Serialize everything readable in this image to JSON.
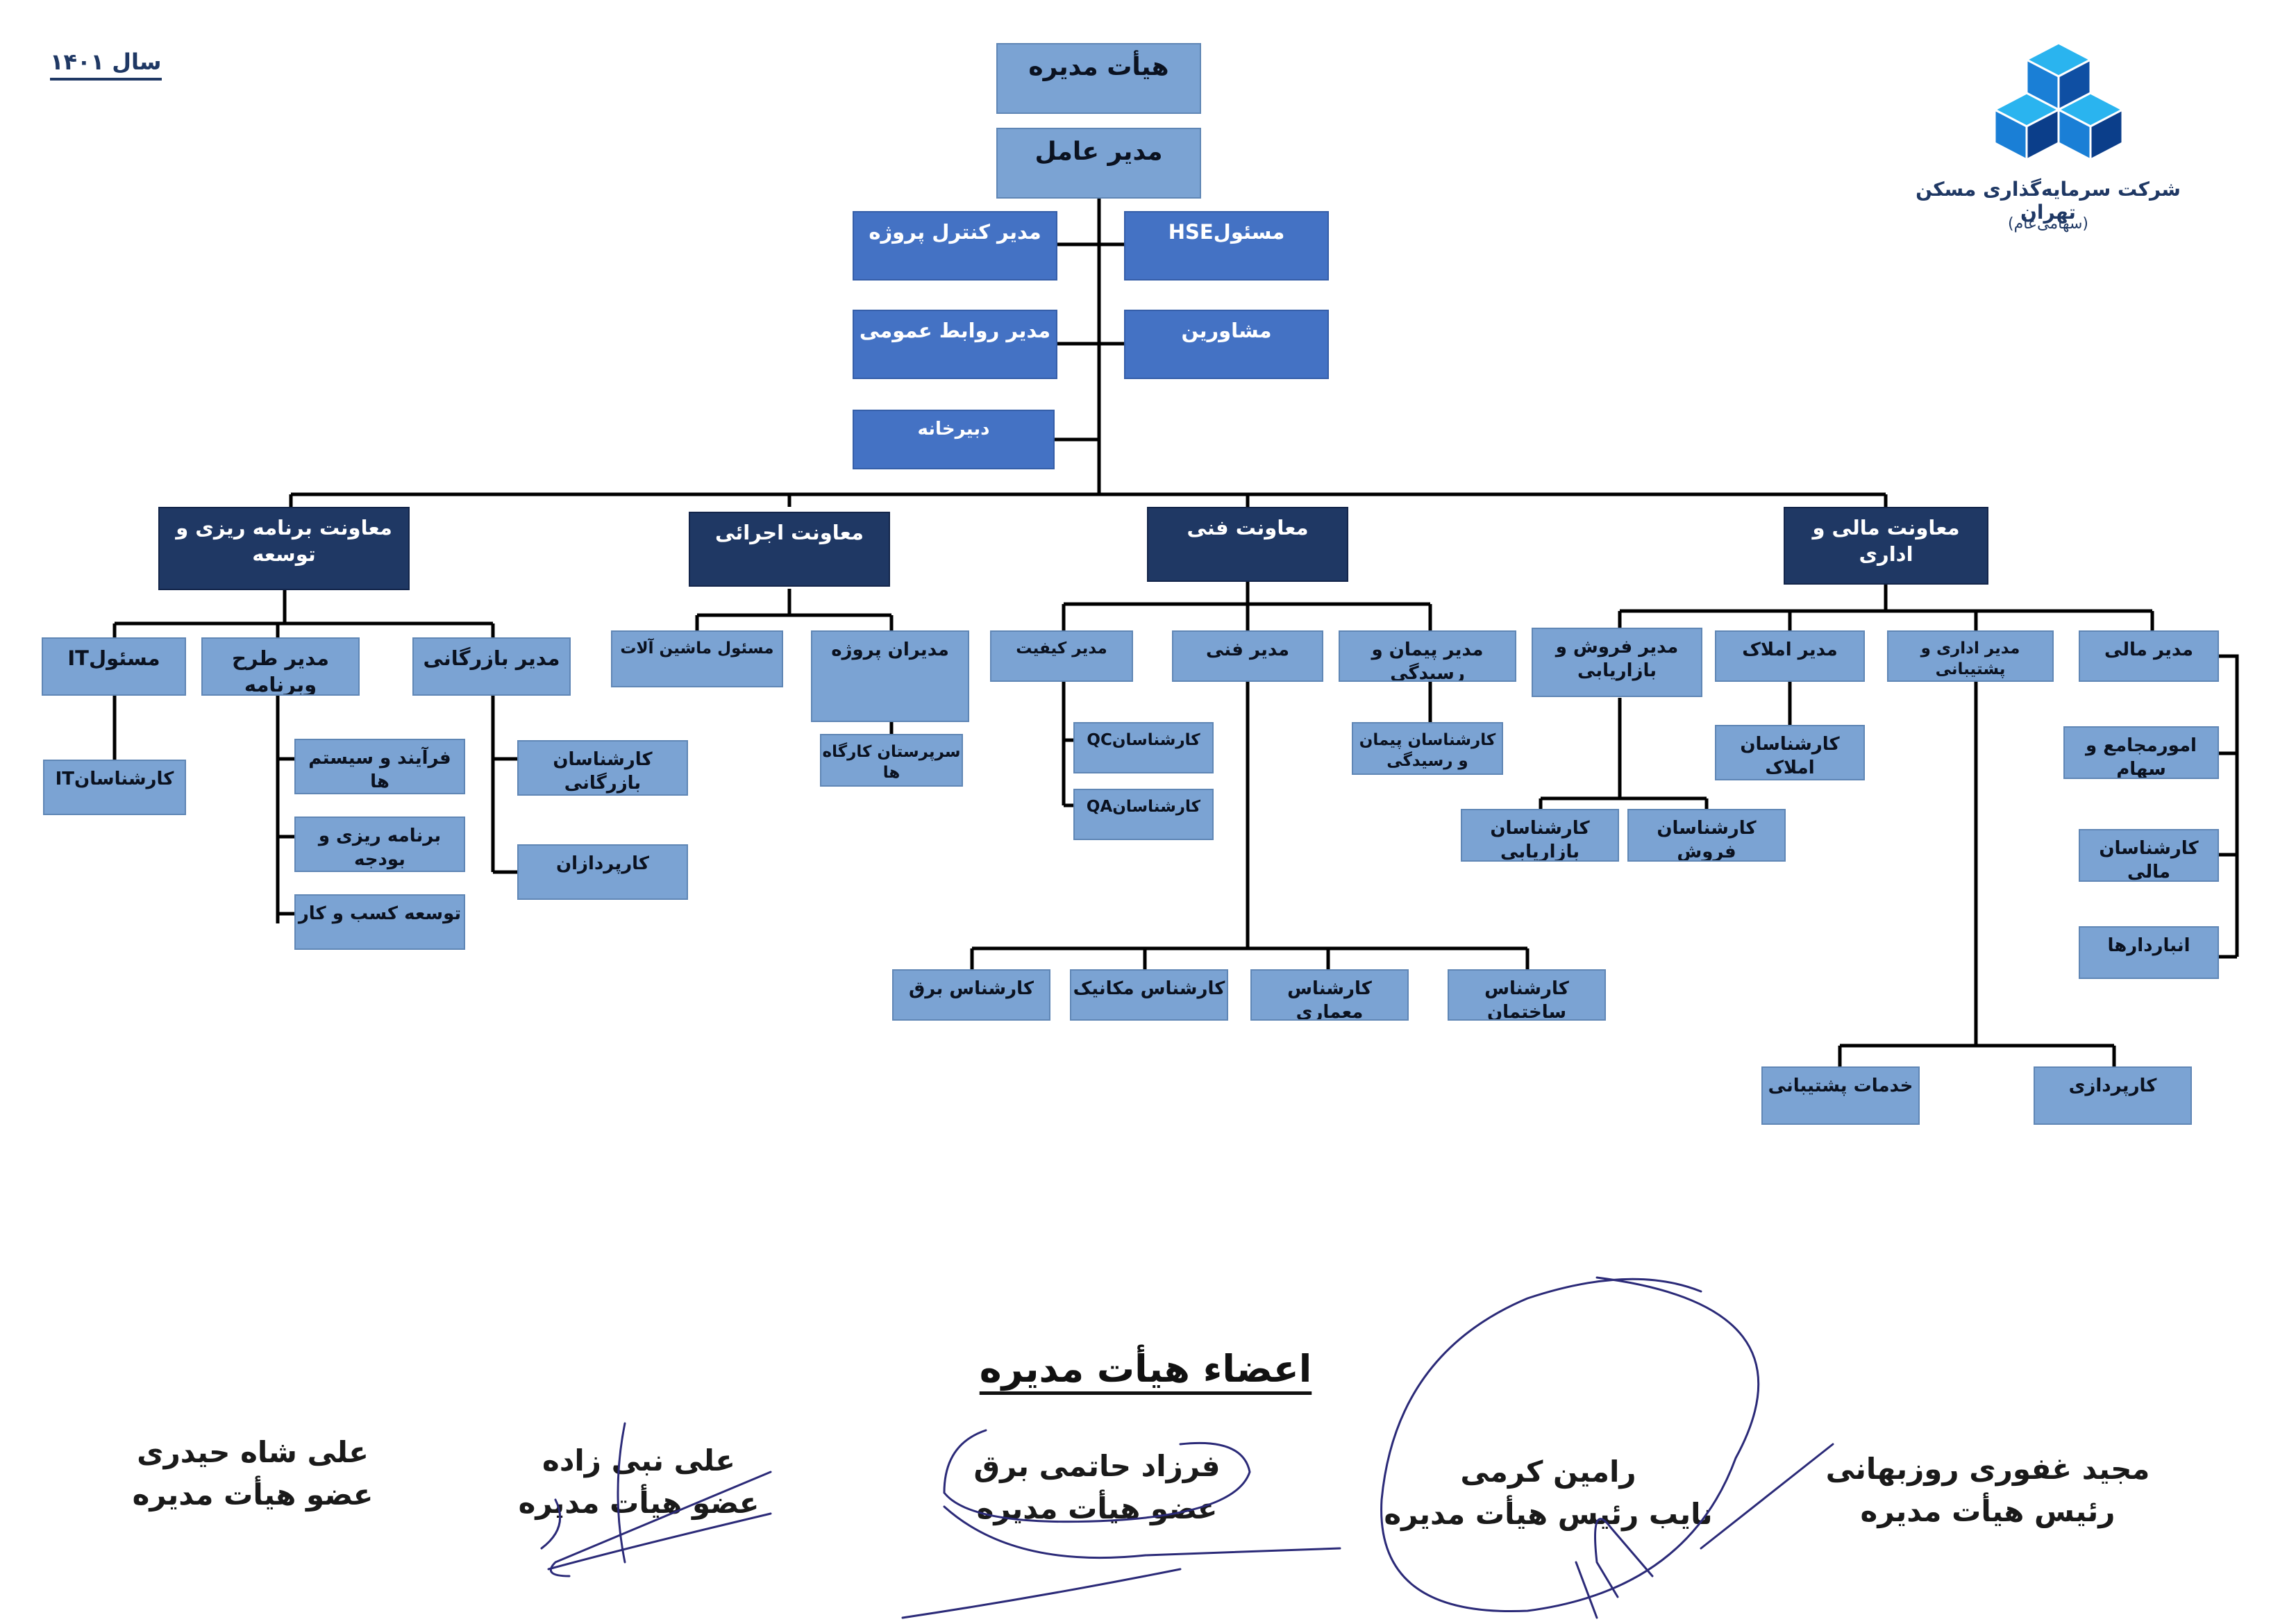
{
  "year_label": "سال ۱۴۰۱",
  "logo": {
    "company": "شرکت سرمایه‌گذاری مسکن تهران",
    "subtitle": "(سهامی‌عام)",
    "colors": {
      "top": "#0aa0e6",
      "mid": "#1569c7",
      "bottom": "#0b3e8a"
    }
  },
  "colors": {
    "light_box": "#7ba3d3",
    "medium_box": "#4472c4",
    "dark_box": "#1f3864",
    "connector": "#000000"
  },
  "org": {
    "board": "هیأت مدیره",
    "ceo": "مدیر عامل",
    "staff": {
      "project_control": "مدیر کنترل پروژه",
      "hse": "مسئولHSE",
      "public_relations": "مدیر روابط عمومی",
      "advisors": "مشاورین",
      "secretariat": "دبیرخانه"
    },
    "planning": {
      "title": "معاونت برنامه ریزی و توسعه",
      "it_officer": "مسئولIT",
      "plan_manager": "مدیر طرح وبرنامه",
      "commerce_manager": "مدیر بازرگانی",
      "it_experts": "کارشناسانIT",
      "processes": "فرآیند و سیستم ها",
      "budget": "برنامه ریزی و بودجه",
      "business_dev": "توسعه کسب و کار",
      "commerce_experts": "کارشناسان بازرگانی",
      "procurement": "کارپردازان"
    },
    "executive": {
      "title": "معاونت اجرائی",
      "machinery": "مسئول ماشین آلات",
      "project_managers": "مدیران پروژه",
      "site_supervisors": "سرپرستان کارگاه ها"
    },
    "technical": {
      "title": "معاونت فنی",
      "quality_manager": "مدیر کیفیت",
      "technical_manager": "مدیر فنی",
      "contract_manager": "مدیر پیمان و رسیدگی",
      "qc_experts": "کارشناسانQC",
      "qa_experts": "کارشناسانQA",
      "contract_experts": "کارشناسان پیمان و رسیدگی",
      "electrical": "کارشناس برق",
      "mechanical": "کارشناس مکانیک",
      "architecture": "کارشناس معماری",
      "building": "کارشناس ساختمان"
    },
    "finance": {
      "title": "معاونت مالی و اداری",
      "sales_manager": "مدیر فروش و بازاریابی",
      "property_manager": "مدیر املاک",
      "admin_manager": "مدیر اداری و پشتیبانی",
      "finance_manager": "مدیر مالی",
      "property_experts": "کارشناسان املاک",
      "marketing_experts": "کارشناسان بازاریابی",
      "sales_experts": "کارشناسان فروش",
      "shareholders": "امورمجامع و سهام",
      "finance_experts": "کارشناسان مالی",
      "warehouse": "انباردارها",
      "support_services": "خدمات پشتیبانی",
      "procurement": "کارپردازی"
    }
  },
  "members": {
    "title": "اعضاء هیأت مدیره",
    "people": [
      {
        "name": "مجید غفوری روزبهانی",
        "role": "رئیس هیأت مدیره"
      },
      {
        "name": "رامین کرمی",
        "role": "نایب رئیس هیأت مدیره"
      },
      {
        "name": "فرزاد حاتمی برق",
        "role": "عضو هیأت مدیره"
      },
      {
        "name": "علی نبی زاده",
        "role": "عضو هیأت مدیره"
      },
      {
        "name": "علی شاه حیدری",
        "role": "عضو هیأت مدیره"
      }
    ]
  }
}
